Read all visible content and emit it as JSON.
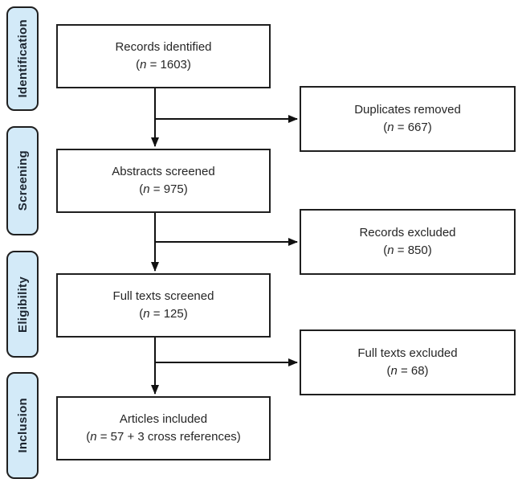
{
  "diagram": {
    "type": "prisma-flow",
    "stages": [
      {
        "label": "Identification"
      },
      {
        "label": "Screening"
      },
      {
        "label": "Eligibility"
      },
      {
        "label": "Inclusion"
      }
    ],
    "main_flow": [
      {
        "title": "Records identified",
        "count": "(n = 1603)"
      },
      {
        "title": "Abstracts screened",
        "count": "(n = 975)"
      },
      {
        "title": "Full texts screened",
        "count": "(n = 125)"
      },
      {
        "title": "Articles included",
        "count": "(n = 57 + 3 cross references)"
      }
    ],
    "side_flow": [
      {
        "title": "Duplicates removed",
        "count": "(n = 667)"
      },
      {
        "title": "Records excluded",
        "count": "(n = 850)"
      },
      {
        "title": "Full texts excluded",
        "count": "(n = 68)"
      }
    ],
    "colors": {
      "stage_fill": "#d3eaf8",
      "box_border": "#1f1f1f",
      "text": "#262626",
      "arrow": "#111111"
    }
  }
}
